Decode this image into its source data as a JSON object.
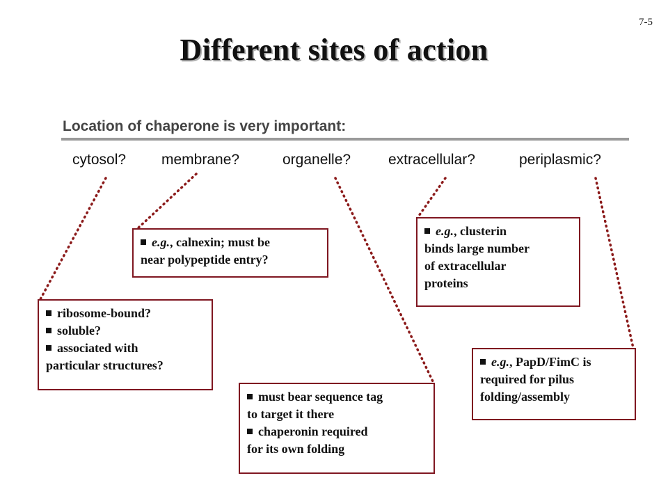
{
  "slide_number": "7-5",
  "title": "Different sites of action",
  "subtitle": "Location of chaperone is very important:",
  "locations": [
    "cytosol?",
    "membrane?",
    "organelle?",
    "extracellular?",
    "periplasmic?"
  ],
  "boxes": {
    "cytosol": {
      "items": [
        "ribosome-bound?",
        "soluble?",
        "associated with"
      ],
      "continuation": "particular structures?"
    },
    "membrane": {
      "eg": "e.g.",
      "line1_rest": ", calnexin; must be",
      "line2": "near polypeptide entry?"
    },
    "organelle": {
      "item1_line1": "must bear sequence tag",
      "item1_line2": "to target it there",
      "item2_line1": "chaperonin required",
      "item2_line2": "for its own folding"
    },
    "extracellular": {
      "eg": "e.g.",
      "line1_rest": ", clusterin",
      "line2": "binds large number",
      "line3": "of extracellular",
      "line4": "proteins"
    },
    "periplasmic": {
      "eg": "e.g.",
      "line1_rest": ", PapD/FimC is",
      "line2": "required for pilus",
      "line3": "folding/assembly"
    }
  },
  "colors": {
    "box_border": "#7f1620",
    "connector": "#8b1a1a",
    "underline": "#9a9a9a"
  }
}
